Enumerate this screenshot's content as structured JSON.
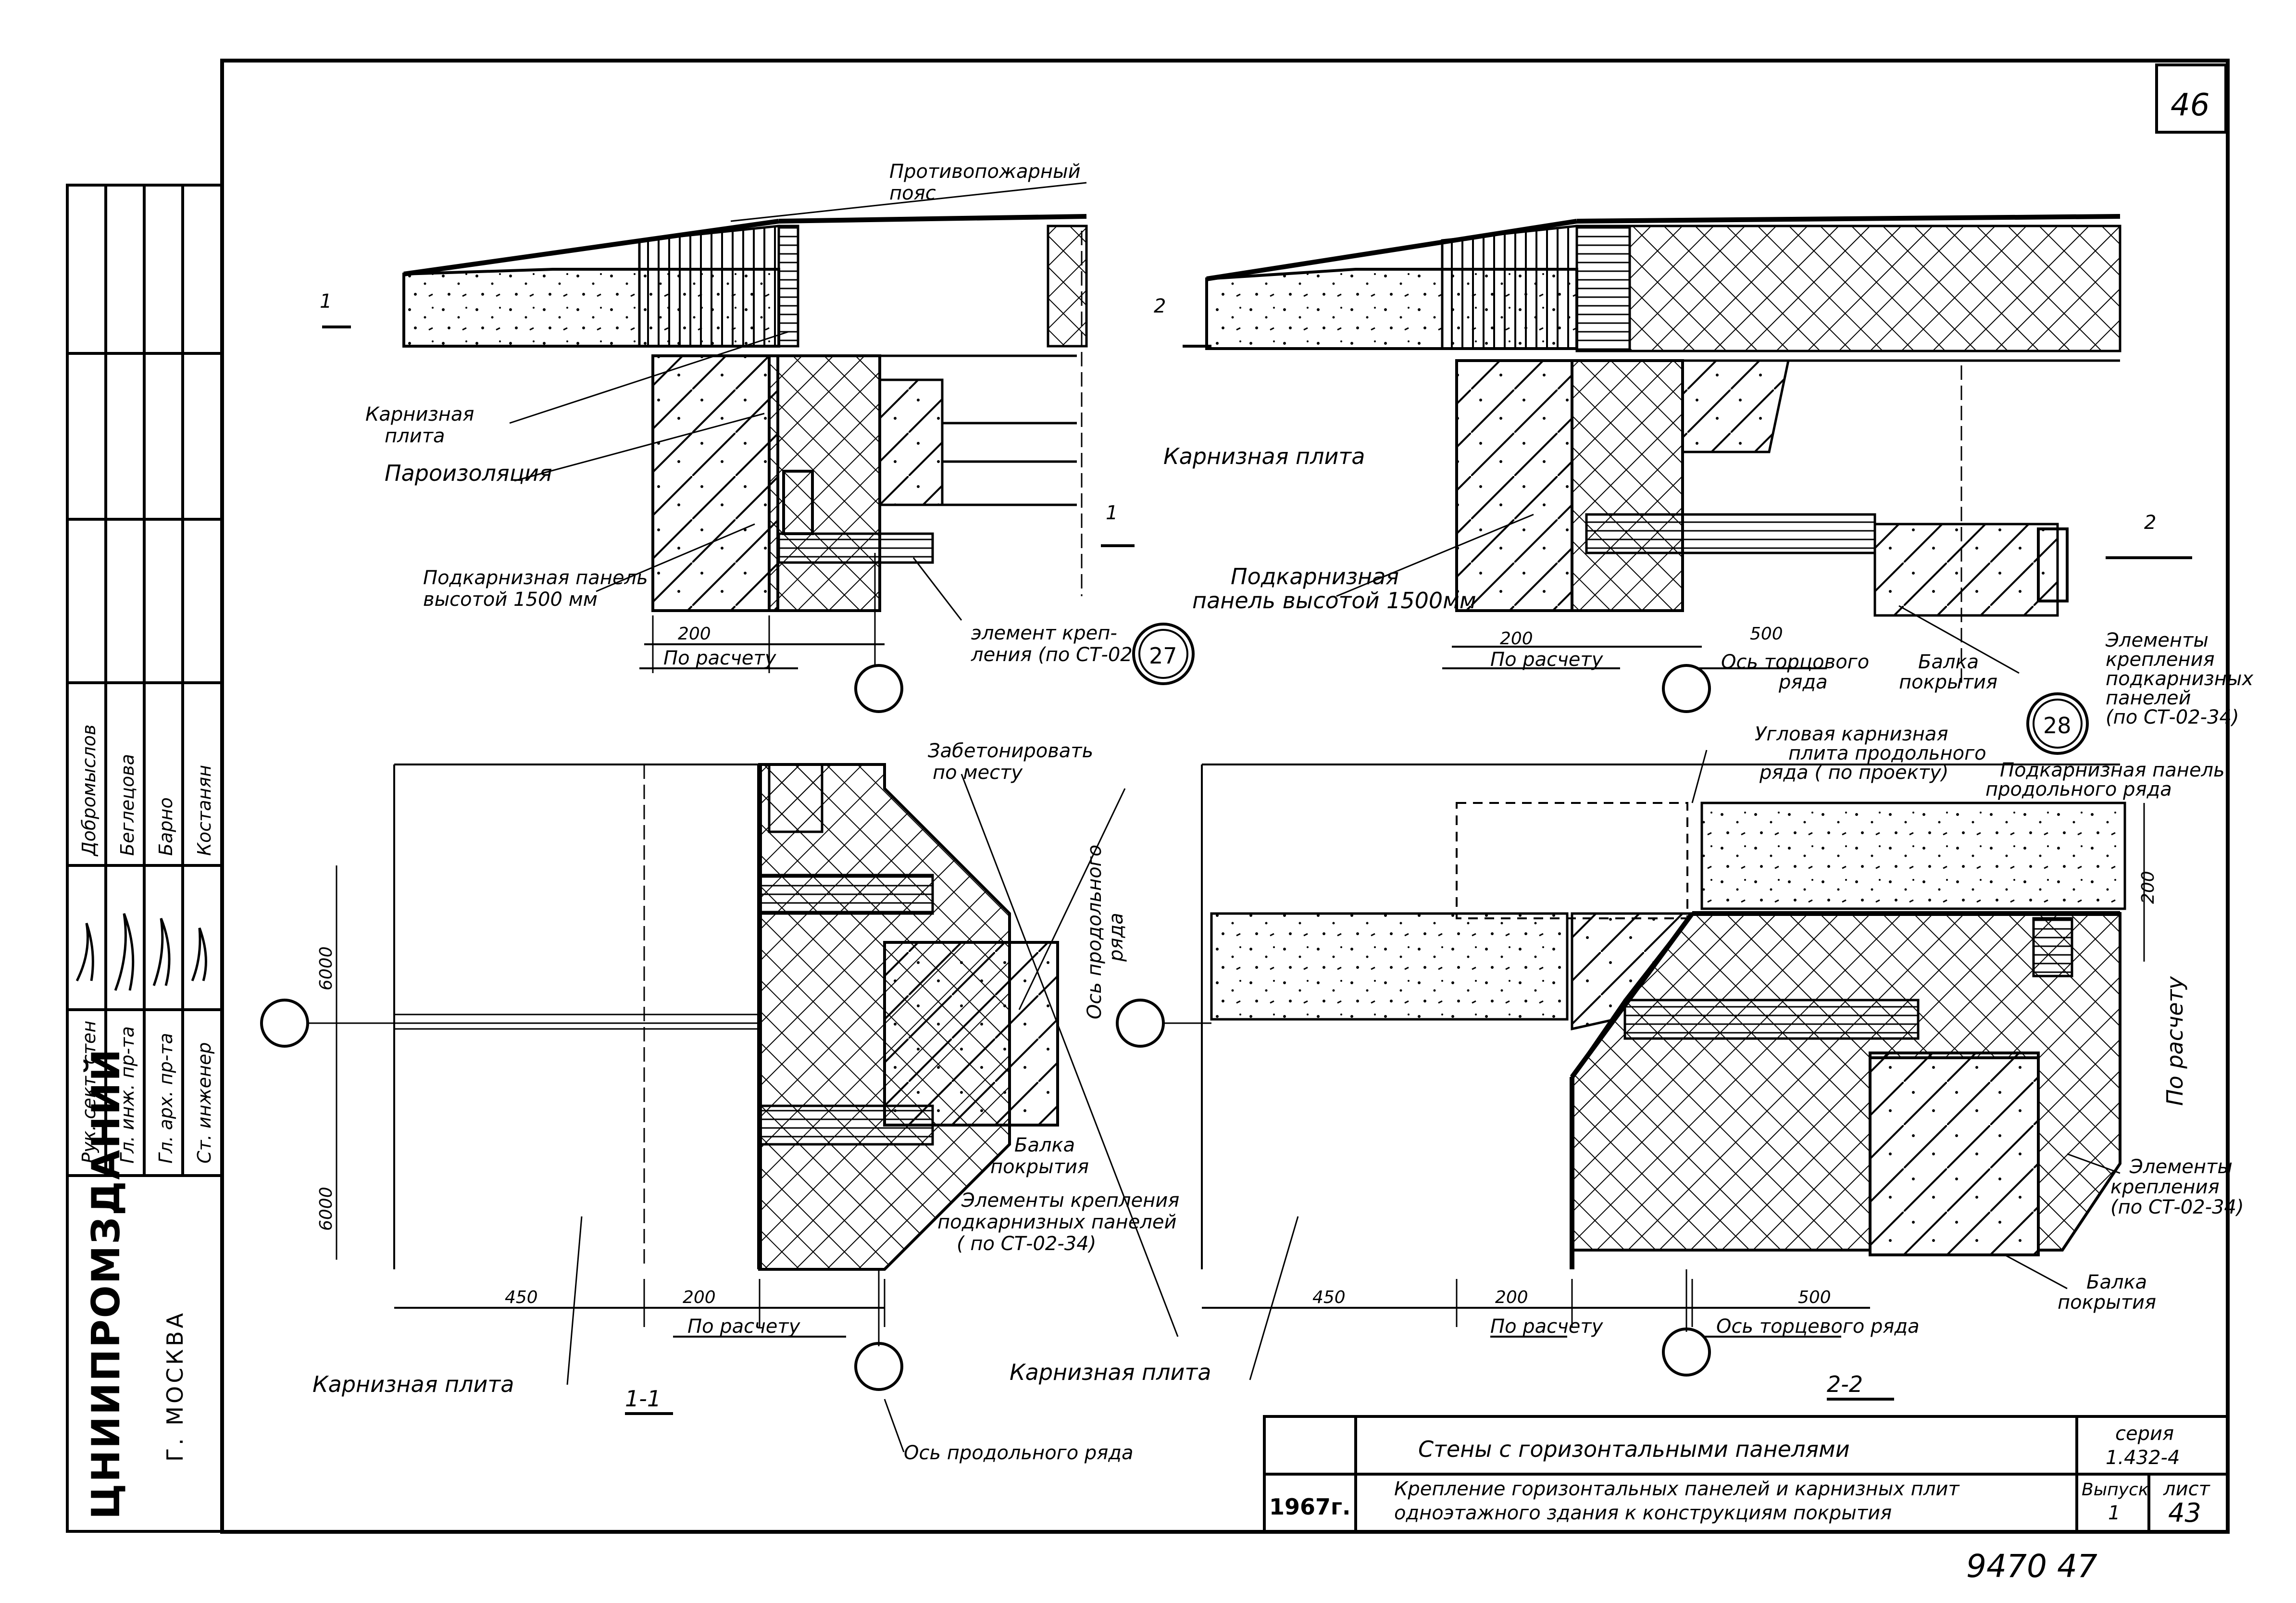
{
  "page_number": "46",
  "top_labels": {
    "fire_belt_l1": "Противопожарный",
    "fire_belt_l2": "пояс",
    "cornice_slab_l1": "Карнизная",
    "cornice_slab_l2": "плита",
    "vapor_barrier": "Пароизоляция",
    "subcornice_left_l1": "Подкарнизная панель",
    "subcornice_left_l2": "высотой 1500 мм",
    "fastener_l1": "элемент креп-",
    "fastener_l2": "ления (по СТ-02-34)",
    "cornice_slab_right": "Карнизная плита",
    "subcornice_right_l1": "Подкарнизная",
    "subcornice_right_l2": "панель высотой 1500мм",
    "end_row_axis_l1": "Ось торцового",
    "end_row_axis_l2": "ряда",
    "roof_beam_l1": "Балка",
    "roof_beam_l2": "покрытия",
    "fastener_elems_l1": "Элементы",
    "fastener_elems_l2": "крепления",
    "fastener_elems_l3": "подкарнизных",
    "fastener_elems_l4": "панелей",
    "fastener_elems_l5": "(по СТ-02-34)"
  },
  "bottom_labels": {
    "concrete_l1": "Забетонировать",
    "concrete_l2": "по месту",
    "long_axis_l1": "Ось продольного",
    "long_axis_l2": "ряда",
    "corner_slab_l1": "Угловая карнизная",
    "corner_slab_l2": "плита продольного",
    "corner_slab_l3": "ряда ( по проекту)",
    "subcornice_long_l1": "Подкарнизная панель",
    "subcornice_long_l2": "продольного ряда",
    "beam_left_l1": "Балка",
    "beam_left_l2": "покрытия",
    "fastener_left_l1": "Элементы крепления",
    "fastener_left_l2": "подкарнизных панелей",
    "fastener_left_l3": "( по СТ-02-34)",
    "fastener_right_l1": "Элементы",
    "fastener_right_l2": "крепления",
    "fastener_right_l3": "(по СТ-02-34)",
    "beam_right_l1": "Балка",
    "beam_right_l2": "покрытия",
    "cornice_slab_left": "Карнизная плита",
    "cornice_slab_right": "Карнизная плита",
    "long_row_axis": "Ось продольного ряда",
    "end_row_axis": "Ось торцевого ряда"
  },
  "dimensions": {
    "d200": "200",
    "d500": "500",
    "d450": "450",
    "d6000": "6000",
    "by_calc": "По расчету"
  },
  "callouts": {
    "n27": "27",
    "n28": "28"
  },
  "section_marks": {
    "s1": "1",
    "s2": "2",
    "s11": "1-1",
    "s22": "2-2"
  },
  "title_block": {
    "title": "Стены с горизонтальными панелями",
    "series_label": "серия",
    "series_value": "1.432-4",
    "year": "1967г.",
    "desc_l1": "Крепление горизонтальных панелей и карнизных плит",
    "desc_l2": "одноэтажного здания к конструкциям покрытия",
    "issue_label": "Выпуск",
    "issue_value": "1",
    "sheet_label": "лист",
    "sheet_value": "43"
  },
  "stamp": {
    "roles": [
      "Рук. сект. стен",
      "Гл. инж. пр-та",
      "Гл. арх. пр-та",
      "Ст. инженер"
    ],
    "names": [
      "Добромыслов",
      "Беглецова",
      "Барно",
      "Костанян"
    ]
  },
  "org": {
    "name": "ЦНИИПРОМЗДАНИЙ",
    "city": "Г. МОСКВА"
  },
  "archive_number": "9470 47"
}
